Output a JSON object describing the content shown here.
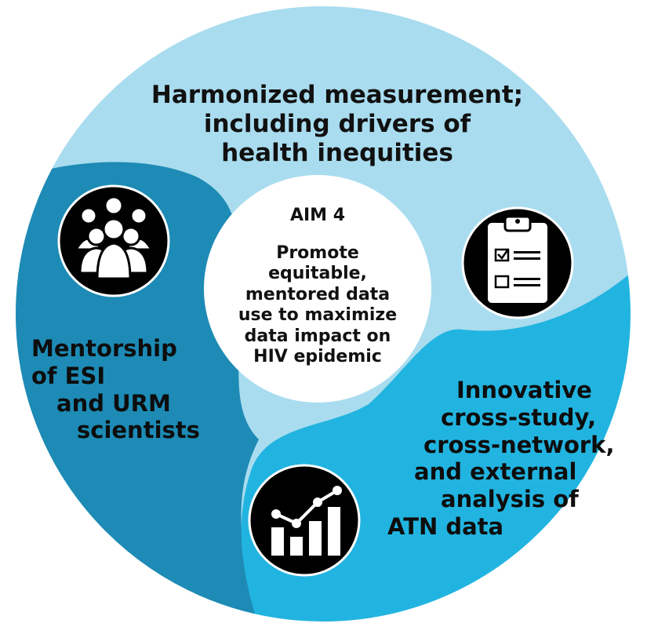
{
  "center": {
    "aim_label": "AIM 4",
    "description_lines": [
      "Promote",
      "equitable,",
      "mentored data",
      "use to maximize",
      "data impact on",
      "HIV epidemic"
    ]
  },
  "segments": {
    "top": {
      "lines": [
        "Harmonized measurement;",
        "including drivers of",
        "health inequities"
      ],
      "icon": "clipboard-checklist-icon",
      "color": "#a9dcef"
    },
    "left": {
      "lines": [
        "Mentorship",
        "of ESI",
        "and URM",
        "scientists"
      ],
      "icon": "group-people-icon",
      "color": "#1d8bb5"
    },
    "right": {
      "lines": [
        "Innovative",
        "cross-study,",
        "cross-network,",
        "and external",
        "analysis of",
        "ATN data"
      ],
      "icon": "bar-chart-trend-icon",
      "color": "#22b4e0"
    }
  }
}
